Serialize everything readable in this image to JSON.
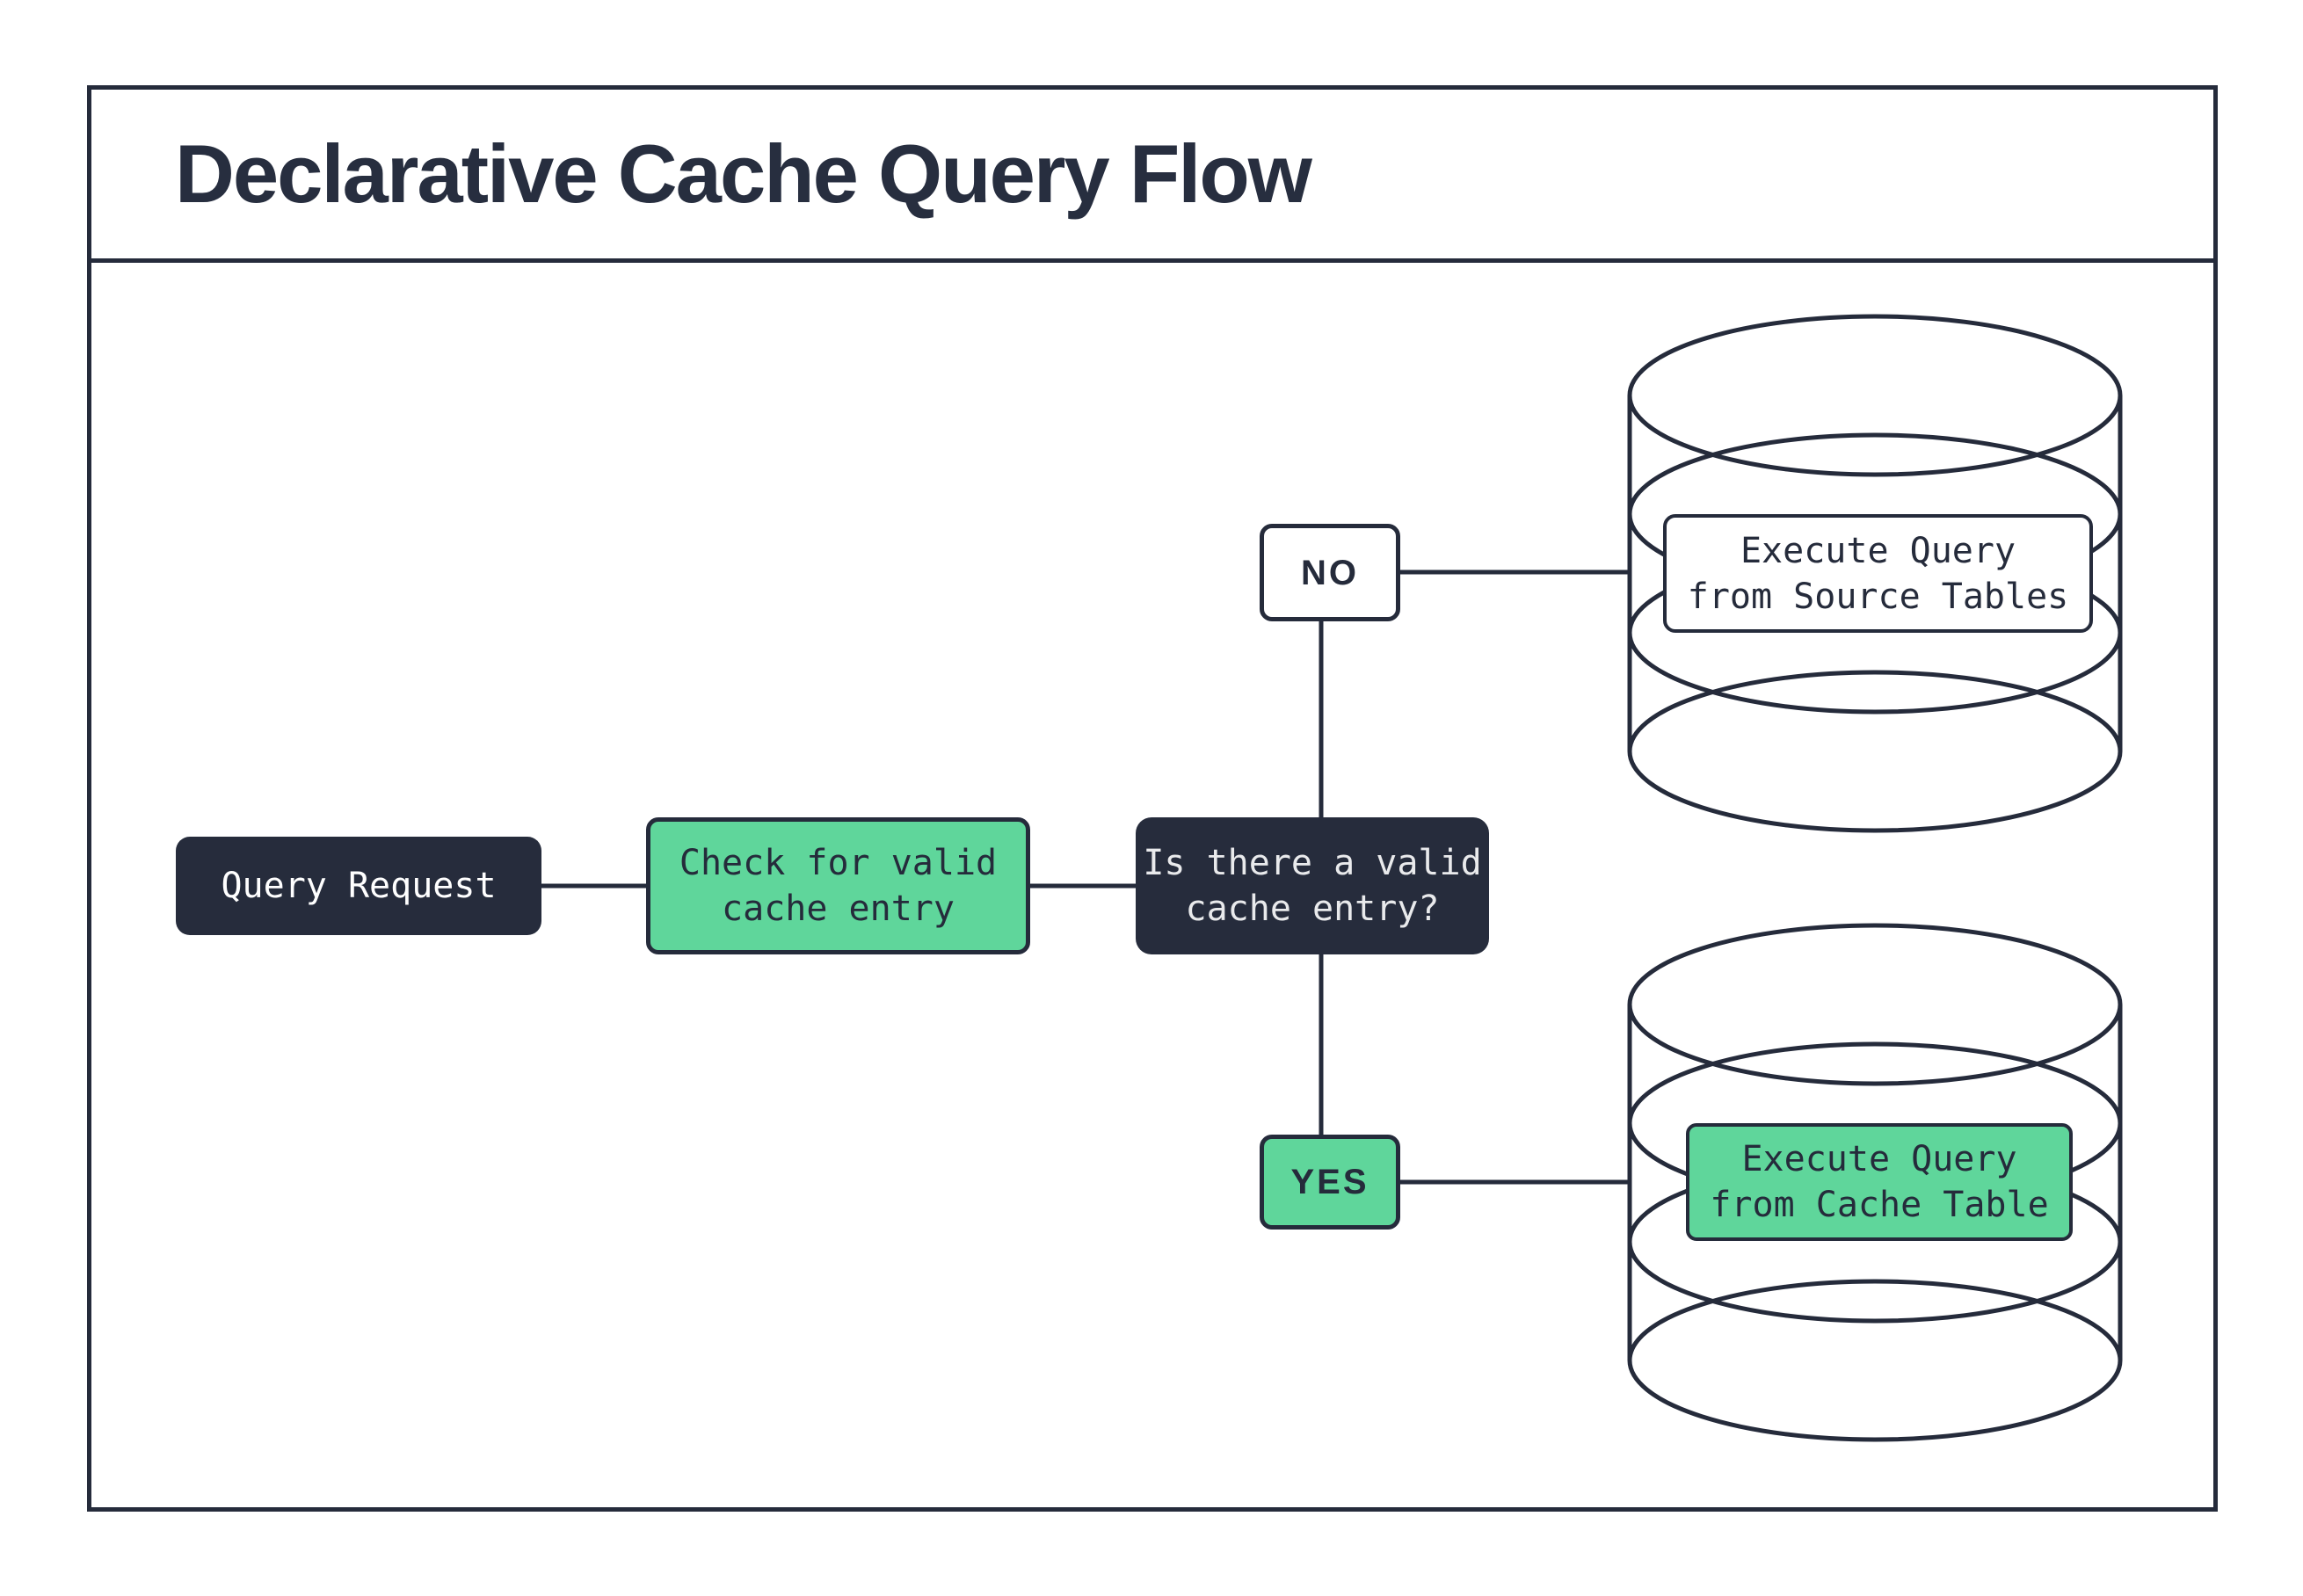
{
  "title": "Declarative Cache Query Flow",
  "colors": {
    "outline_dark": "#252b3b",
    "node_dark_bg": "#262c3c",
    "accent_green": "#5fd69b",
    "light_text": "#e9eaec",
    "background": "#ffffff"
  },
  "nodes": {
    "query_request": {
      "label": "Query Request"
    },
    "check_cache": {
      "lines": [
        "Check for valid",
        "cache entry"
      ]
    },
    "decision": {
      "lines": [
        "Is there a valid",
        "cache entry?"
      ]
    },
    "no_branch": {
      "label": "NO"
    },
    "yes_branch": {
      "label": "YES"
    },
    "source_db": {
      "lines": [
        "Execute Query",
        "from Source Tables"
      ]
    },
    "cache_db": {
      "lines": [
        "Execute Query",
        "from Cache Table"
      ]
    }
  }
}
